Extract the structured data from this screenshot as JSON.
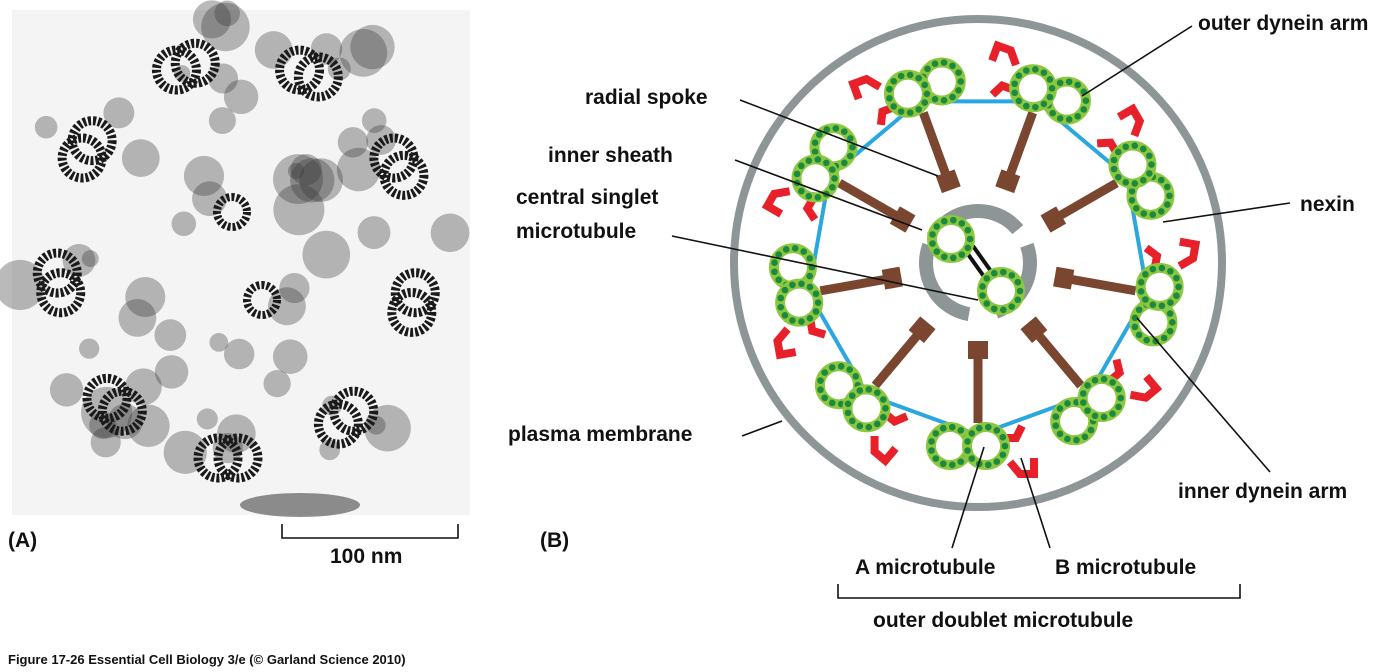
{
  "panel_a": {
    "label": "(A)",
    "scale_bar": "100 nm"
  },
  "panel_b": {
    "label": "(B)",
    "labels": {
      "outer_dynein_arm": "outer dynein arm",
      "radial_spoke": "radial spoke",
      "inner_sheath": "inner sheath",
      "central_singlet_1": "central singlet",
      "central_singlet_2": "microtubule",
      "nexin": "nexin",
      "plasma_membrane": "plasma membrane",
      "inner_dynein_arm": "inner dynein arm",
      "a_microtubule": "A microtubule",
      "b_microtubule": "B microtubule",
      "outer_doublet": "outer doublet microtubule"
    },
    "colors": {
      "membrane": "#8e9597",
      "tubule_ring": "#8dc63f",
      "tubule_dot": "#1b8a3e",
      "spoke": "#7a4630",
      "dynein": "#e8202a",
      "nexin": "#2aa7df"
    }
  },
  "caption": "Figure 17-26  Essential Cell Biology 3/e (© Garland Science 2010)"
}
